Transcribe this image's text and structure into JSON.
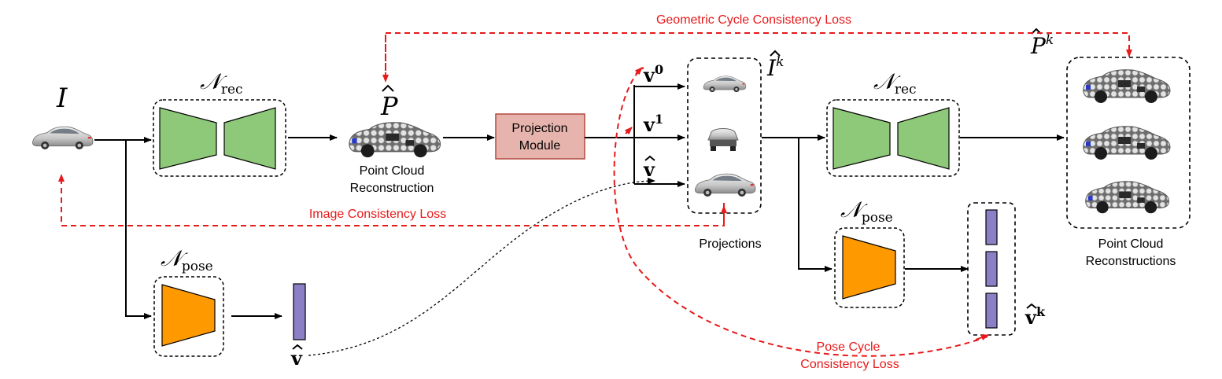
{
  "labels": {
    "input_symbol": "I",
    "rec_net": "𝒩",
    "rec_sub": "rec",
    "pose_net": "𝒩",
    "pose_sub": "pose",
    "p_hat": "P",
    "i_hat": "I",
    "k_sup": "k",
    "v0": "v",
    "v0_sup": "0",
    "v1": "v",
    "v1_sup": "1",
    "v_hat": "v",
    "vk": "v",
    "vk_sup": "k",
    "point_cloud_line1": "Point Cloud",
    "point_cloud_line2": "Reconstruction",
    "projection_line1": "Projection",
    "projection_line2": "Module",
    "projections": "Projections",
    "pcr_line1": "Point Cloud",
    "pcr_line2": "Reconstructions"
  },
  "losses": {
    "geometric": "Geometric Cycle Consistency Loss",
    "image": "Image Consistency Loss",
    "pose_line1": "Pose Cycle",
    "pose_line2": "Consistency Loss"
  },
  "colors": {
    "loss": "#e8191a",
    "encoder": "#8ec97a",
    "pose_encoder": "#ff9900",
    "projection_fill": "#e6b4ad",
    "projection_stroke": "#b24a3e",
    "vector": "#8c7fc6",
    "arrow": "#000000"
  },
  "icons": {
    "car": "car-icon",
    "point_cloud": "point-cloud-icon"
  }
}
